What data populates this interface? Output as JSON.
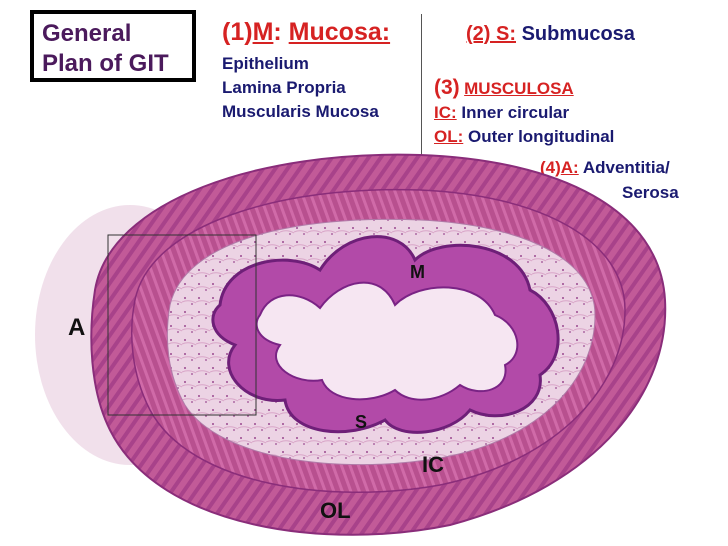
{
  "title": {
    "line1": "General",
    "line2": "Plan of GIT"
  },
  "mucosa": {
    "number": "(1)",
    "letter": "M",
    "colon": ":",
    "label": "Mucosa:",
    "layers": [
      "Epithelium",
      "Lamina Propria",
      "Muscularis Mucosa"
    ]
  },
  "submucosa": {
    "prefix": "(2) S:",
    "name": "Submucosa"
  },
  "musculosa": {
    "number": "(3)",
    "label": "MUSCULOSA",
    "inner": {
      "abbr": "IC:",
      "name": "Inner circular"
    },
    "outer": {
      "abbr": "OL:",
      "name": "Outer longitudinal"
    }
  },
  "adventitia": {
    "prefix": "(4)",
    "abbr": "A:",
    "name_line1": "Adventitia/",
    "name_line2": "Serosa"
  },
  "image_labels": {
    "A": "A",
    "M": "M",
    "S": "S",
    "IC": "IC",
    "OL": "OL"
  },
  "colors": {
    "title": "#4b1a5c",
    "accent_red": "#d62222",
    "text_navy": "#1a1a70",
    "muscle_pink": "#c45a9a",
    "tissue_pale": "#e8c3dc",
    "epithelium_purple": "#8a2d8f"
  }
}
